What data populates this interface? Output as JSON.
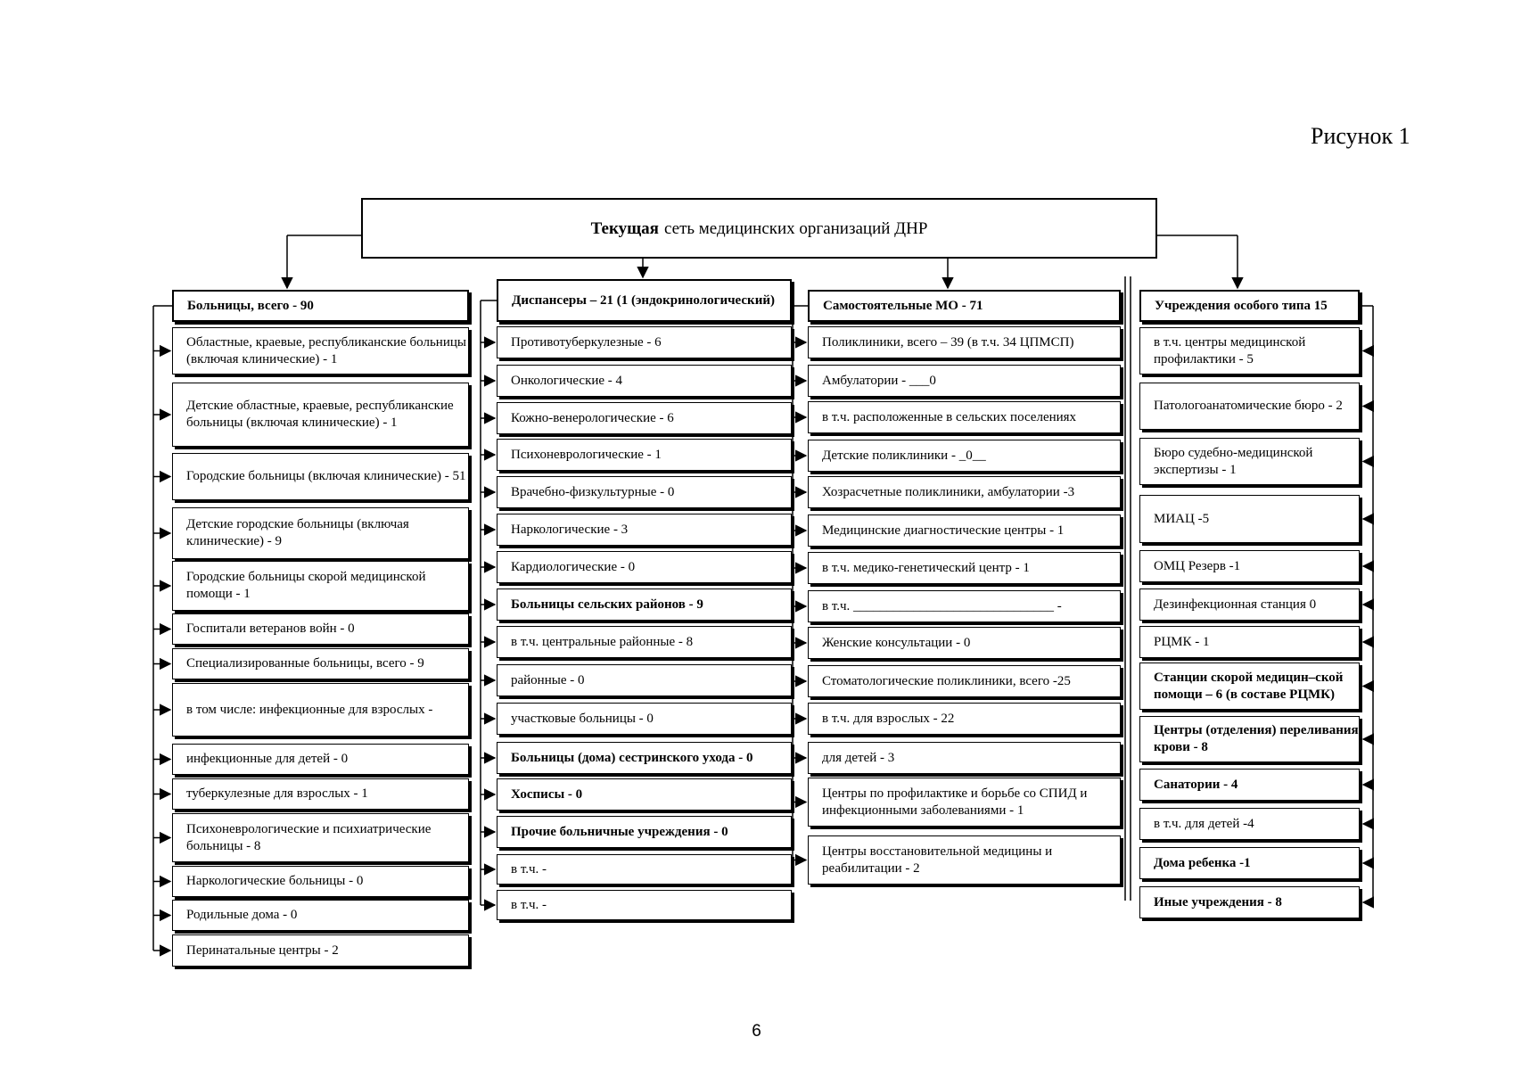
{
  "figure_label": "Рисунок 1",
  "page_number": "6",
  "title": {
    "bold": "Текущая",
    "rest": "сеть медицинских организаций ДНР"
  },
  "columns": [
    {
      "id": "hospitals",
      "header": "Больницы, всего - 90",
      "items": [
        {
          "text": "Областные, краевые, республиканские больницы (включая клинические) - 1",
          "bold": false
        },
        {
          "text": "Детские областные, краевые, республиканские больницы (включая клинические) - 1",
          "bold": false
        },
        {
          "text": "Городские больницы (включая клинические) - 51",
          "bold": false
        },
        {
          "text": "Детские городские больницы (включая клинические) - 9",
          "bold": false
        },
        {
          "text": "Городские больницы скорой медицинской помощи - 1",
          "bold": false
        },
        {
          "text": "Госпитали ветеранов войн - 0",
          "bold": false
        },
        {
          "text": "Специализированные больницы, всего - 9",
          "bold": false
        },
        {
          "text": "в том числе: инфекционные для взрослых -",
          "bold": false
        },
        {
          "text": "инфекционные для детей - 0",
          "bold": false
        },
        {
          "text": "туберкулезные для взрослых - 1",
          "bold": false
        },
        {
          "text": "Психоневрологические и психиатрические больницы - 8",
          "bold": false
        },
        {
          "text": "Наркологические больницы - 0",
          "bold": false
        },
        {
          "text": "Родильные дома - 0",
          "bold": false
        },
        {
          "text": "Перинатальные центры - 2",
          "bold": false
        }
      ]
    },
    {
      "id": "dispensaries",
      "header": "Диспансеры – 21 (1 (эндокринологический)",
      "items": [
        {
          "text": "Противотуберкулезные - 6",
          "bold": false
        },
        {
          "text": "Онкологические - 4",
          "bold": false
        },
        {
          "text": "Кожно-венерологические - 6",
          "bold": false
        },
        {
          "text": "Психоневрологические - 1",
          "bold": false
        },
        {
          "text": "Врачебно-физкультурные - 0",
          "bold": false
        },
        {
          "text": "Наркологические - 3",
          "bold": false
        },
        {
          "text": "Кардиологические - 0",
          "bold": false
        },
        {
          "text": "Больницы сельских районов - 9",
          "bold": true
        },
        {
          "text": "в т.ч. центральные районные - 8",
          "bold": false
        },
        {
          "text": "районные - 0",
          "bold": false
        },
        {
          "text": "участковые больницы - 0",
          "bold": false
        },
        {
          "text": "Больницы (дома) сестринского ухода - 0",
          "bold": true
        },
        {
          "text": "Хосписы - 0",
          "bold": true
        },
        {
          "text": "Прочие больничные учреждения - 0",
          "bold": true
        },
        {
          "text": "в т.ч. -",
          "bold": false
        },
        {
          "text": "в т.ч. -",
          "bold": false
        }
      ]
    },
    {
      "id": "independent",
      "header": "Самостоятельные МО - 71",
      "items": [
        {
          "text": "Поликлиники, всего – 39 (в т.ч. 34 ЦПМСП)",
          "bold": false
        },
        {
          "text": "Амбулатории - ___0",
          "bold": false
        },
        {
          "text": "в т.ч. расположенные в сельских поселениях",
          "bold": false
        },
        {
          "text": "Детские поликлиники - _0__",
          "bold": false
        },
        {
          "text": "Хозрасчетные поликлиники, амбулатории -3",
          "bold": false
        },
        {
          "text": "Медицинские диагностические центры - 1",
          "bold": false
        },
        {
          "text": "в т.ч. медико-генетический центр - 1",
          "bold": false
        },
        {
          "text": "в т.ч. ______________________________ -",
          "bold": false
        },
        {
          "text": "Женские консультации - 0",
          "bold": false
        },
        {
          "text": "Стоматологические поликлиники, всего -25",
          "bold": false
        },
        {
          "text": "в т.ч. для взрослых - 22",
          "bold": false
        },
        {
          "text": "для детей - 3",
          "bold": false
        },
        {
          "text": "Центры по профилактике и борьбе со СПИД и инфекционными заболеваниями - 1",
          "bold": false
        },
        {
          "text": "Центры восстановительной медицины и реабилитации - 2",
          "bold": false
        }
      ]
    },
    {
      "id": "special",
      "header": "Учреждения особого типа 15",
      "items": [
        {
          "text": "в т.ч. центры медицинской профилактики - 5",
          "bold": false
        },
        {
          "text": "Патологоанатомические бюро - 2",
          "bold": false
        },
        {
          "text": "Бюро судебно-медицинской экспертизы - 1",
          "bold": false
        },
        {
          "text": "МИАЦ -5",
          "bold": false
        },
        {
          "text": "ОМЦ Резерв -1",
          "bold": false
        },
        {
          "text": "Дезинфекционная станция 0",
          "bold": false
        },
        {
          "text": "РЦМК - 1",
          "bold": false
        },
        {
          "text": "Станции скорой медицин–ской помощи – 6 (в составе РЦМК)",
          "bold": true
        },
        {
          "text": "Центры (отделения) переливания крови - 8",
          "bold": true
        },
        {
          "text": "Санатории - 4",
          "bold": true
        },
        {
          "text": "в т.ч. для детей -4",
          "bold": false
        },
        {
          "text": "Дома ребенка -1",
          "bold": true
        },
        {
          "text": "Иные учреждения - 8",
          "bold": true
        }
      ]
    }
  ]
}
